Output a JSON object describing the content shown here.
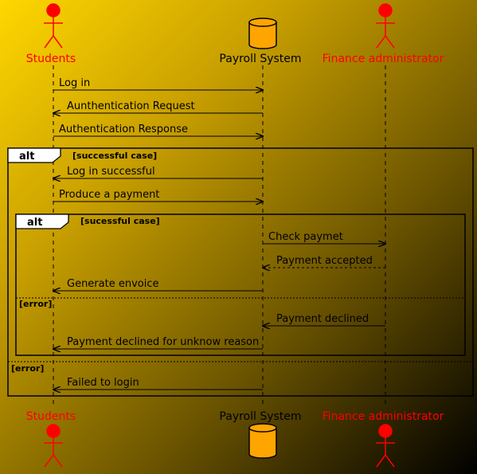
{
  "participants": {
    "students": {
      "name": "Students",
      "kind": "actor",
      "color": "#ff0000"
    },
    "payroll": {
      "name": "Payroll System",
      "kind": "database",
      "color": "#000000",
      "fill": "#ffa500"
    },
    "finance": {
      "name": "Finance administrator",
      "kind": "actor",
      "color": "#ff0000"
    }
  },
  "messages": [
    {
      "text": "Log in",
      "from": "students",
      "to": "payroll",
      "style": "solid"
    },
    {
      "text": "Aunthentication Request",
      "from": "payroll",
      "to": "students",
      "style": "solid"
    },
    {
      "text": "Authentication Response",
      "from": "students",
      "to": "payroll",
      "style": "solid"
    },
    {
      "text": "Log in successful",
      "from": "payroll",
      "to": "students",
      "style": "solid"
    },
    {
      "text": "Produce a payment",
      "from": "students",
      "to": "payroll",
      "style": "solid"
    },
    {
      "text": "Check paymet",
      "from": "payroll",
      "to": "finance",
      "style": "solid"
    },
    {
      "text": "Payment accepted",
      "from": "finance",
      "to": "payroll",
      "style": "dashed"
    },
    {
      "text": "Generate envoice",
      "from": "payroll",
      "to": "students",
      "style": "solid"
    },
    {
      "text": "Payment declined",
      "from": "finance",
      "to": "payroll",
      "style": "solid"
    },
    {
      "text": "Payment declined for unknow reason",
      "from": "payroll",
      "to": "students",
      "style": "solid"
    },
    {
      "text": "Failed to login",
      "from": "payroll",
      "to": "students",
      "style": "solid"
    }
  ],
  "fragments": {
    "outer": {
      "keyword": "alt",
      "guard": "[successful case]",
      "else_guard": "[error]"
    },
    "inner": {
      "keyword": "alt",
      "guard": "[sucessful case]",
      "else_guard": "[error]"
    }
  }
}
